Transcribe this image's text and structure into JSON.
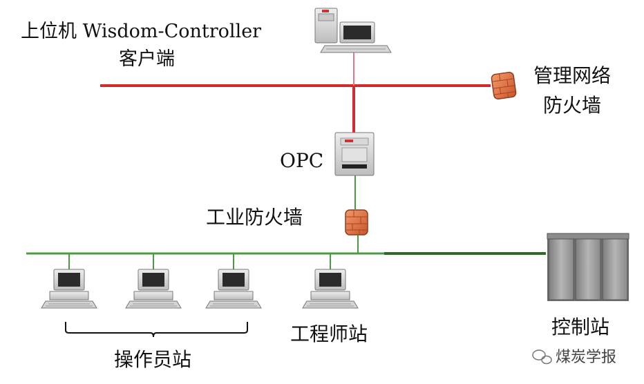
{
  "labels": {
    "host_line1": "上位机 Wisdom-Controller",
    "host_line2": "客户端",
    "mgmt_fw_line1": "管理网络",
    "mgmt_fw_line2": "防火墙",
    "opc": "OPC",
    "industrial_fw": "工业防火墙",
    "engineer_station": "工程师站",
    "control_station": "控制站",
    "operator_stations": "操作员站"
  },
  "watermark": "煤炭学报",
  "colors": {
    "upper_network": "#d42a2a",
    "lower_network": "#4a9a3f",
    "control_link": "#2f6a2a",
    "firewall": "#e8764a",
    "cabinet": "#9a9a9a"
  }
}
